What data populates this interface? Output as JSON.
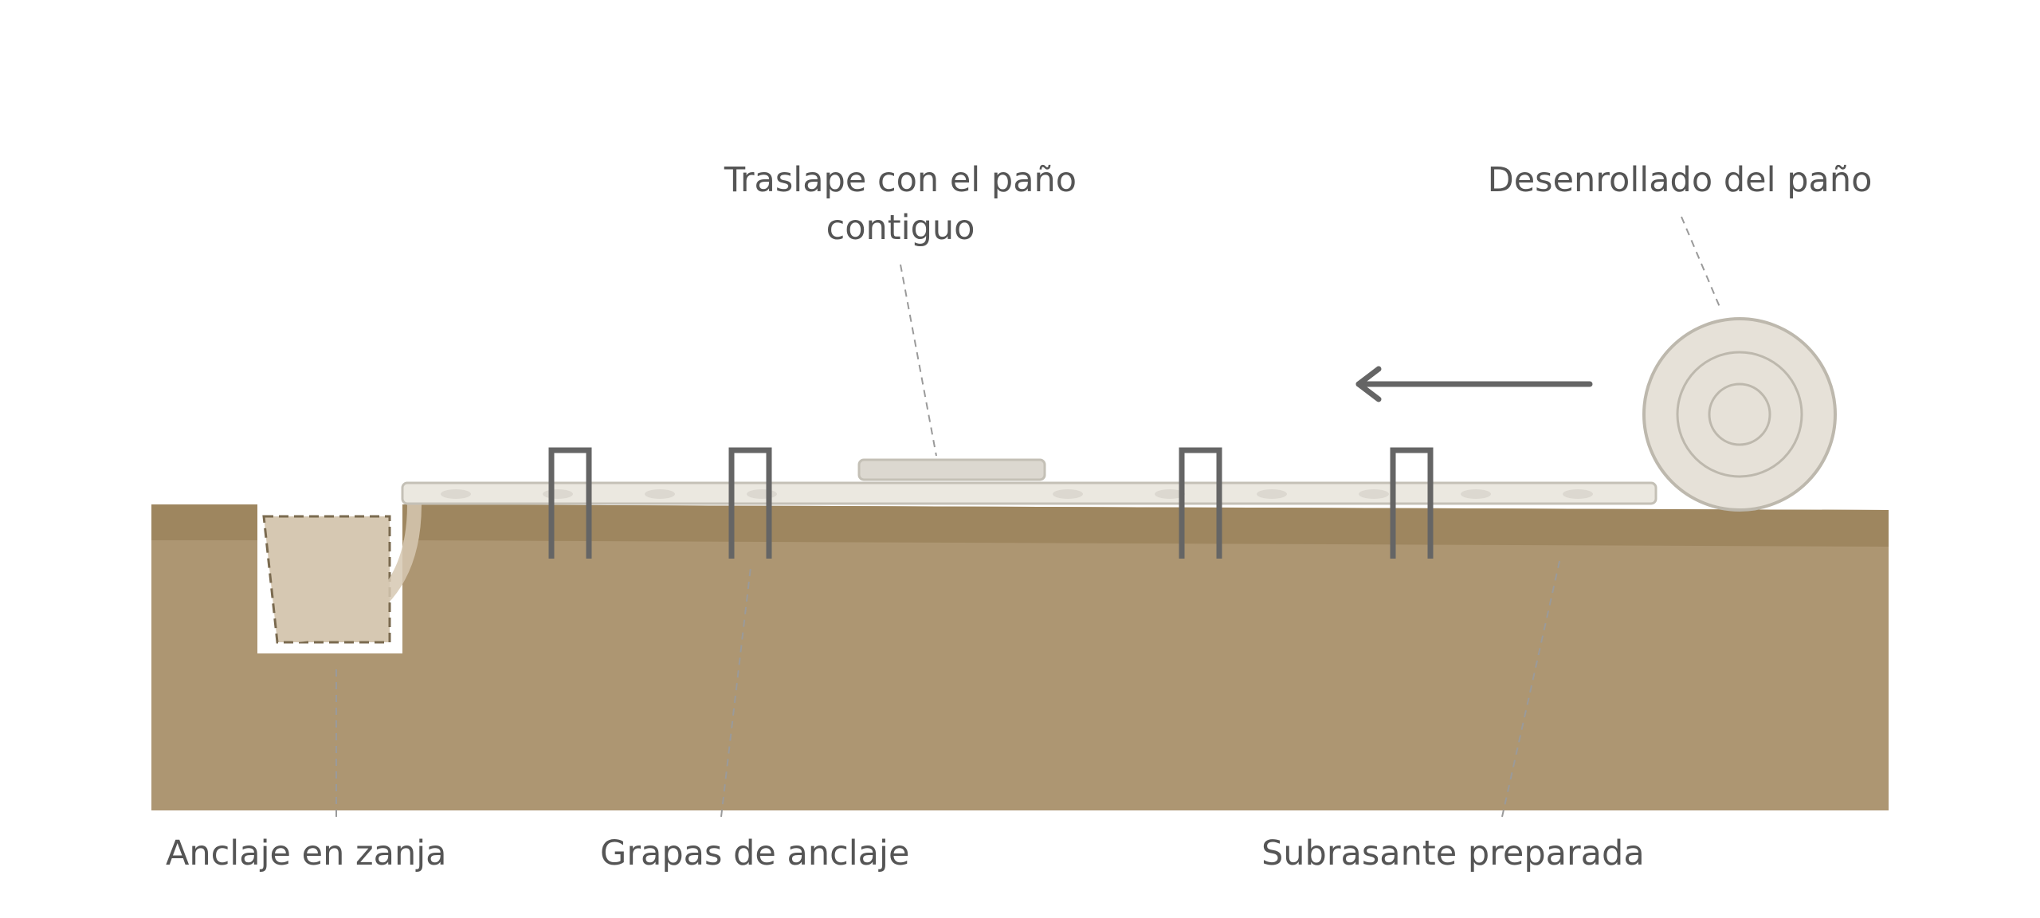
{
  "labels": {
    "overlap_line1": "Traslape con el paño",
    "overlap_line2": "contiguo",
    "unroll": "Desenrollado del paño",
    "trench_anchor": "Anclaje en zanja",
    "staples": "Grapas de anclaje",
    "subgrade": "Subrasante preparada"
  },
  "colors": {
    "soil": "#ad9672",
    "soil_top_band": "#9e865f",
    "trench_fill": "#d6c8b2",
    "trench_dash": "#7a6a4f",
    "blanket": "#ebe8e0",
    "blanket_stroke": "#c4c0b6",
    "overlap_patch": "#dcd8d0",
    "roll_fill": "#e6e1d8",
    "roll_stroke": "#bdb8ad",
    "staple": "#656565",
    "arrow": "#656565",
    "leader_line": "#9a9a9a",
    "text": "#555555"
  },
  "icons": {
    "staple": "u-shaped-staple-icon",
    "roll": "rolled-blanket-icon",
    "arrow": "left-arrow-icon"
  }
}
